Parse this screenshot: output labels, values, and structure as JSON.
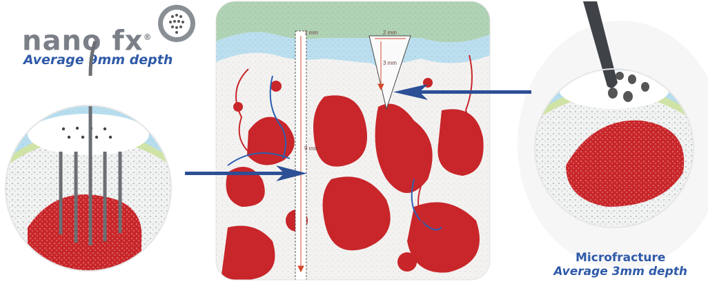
{
  "logo": {
    "text": "nano fx",
    "mark": "®"
  },
  "left_caption": "Average 9mm depth",
  "right_caption": {
    "title": "Microfracture",
    "subtitle": "Average 3mm depth"
  },
  "measurements": {
    "left_width": "1 mm",
    "left_depth": "9 mm",
    "right_width": "2 mm",
    "right_depth": "3 mm"
  },
  "colors": {
    "brand_blue": "#2f5aa8",
    "bone_red": "#c8262a",
    "cartilage_blue": "#a9d8ee",
    "tissue_green": "#9cc8a0",
    "logo_gray": "#7b8088",
    "arrow_blue": "#2c4f96"
  }
}
